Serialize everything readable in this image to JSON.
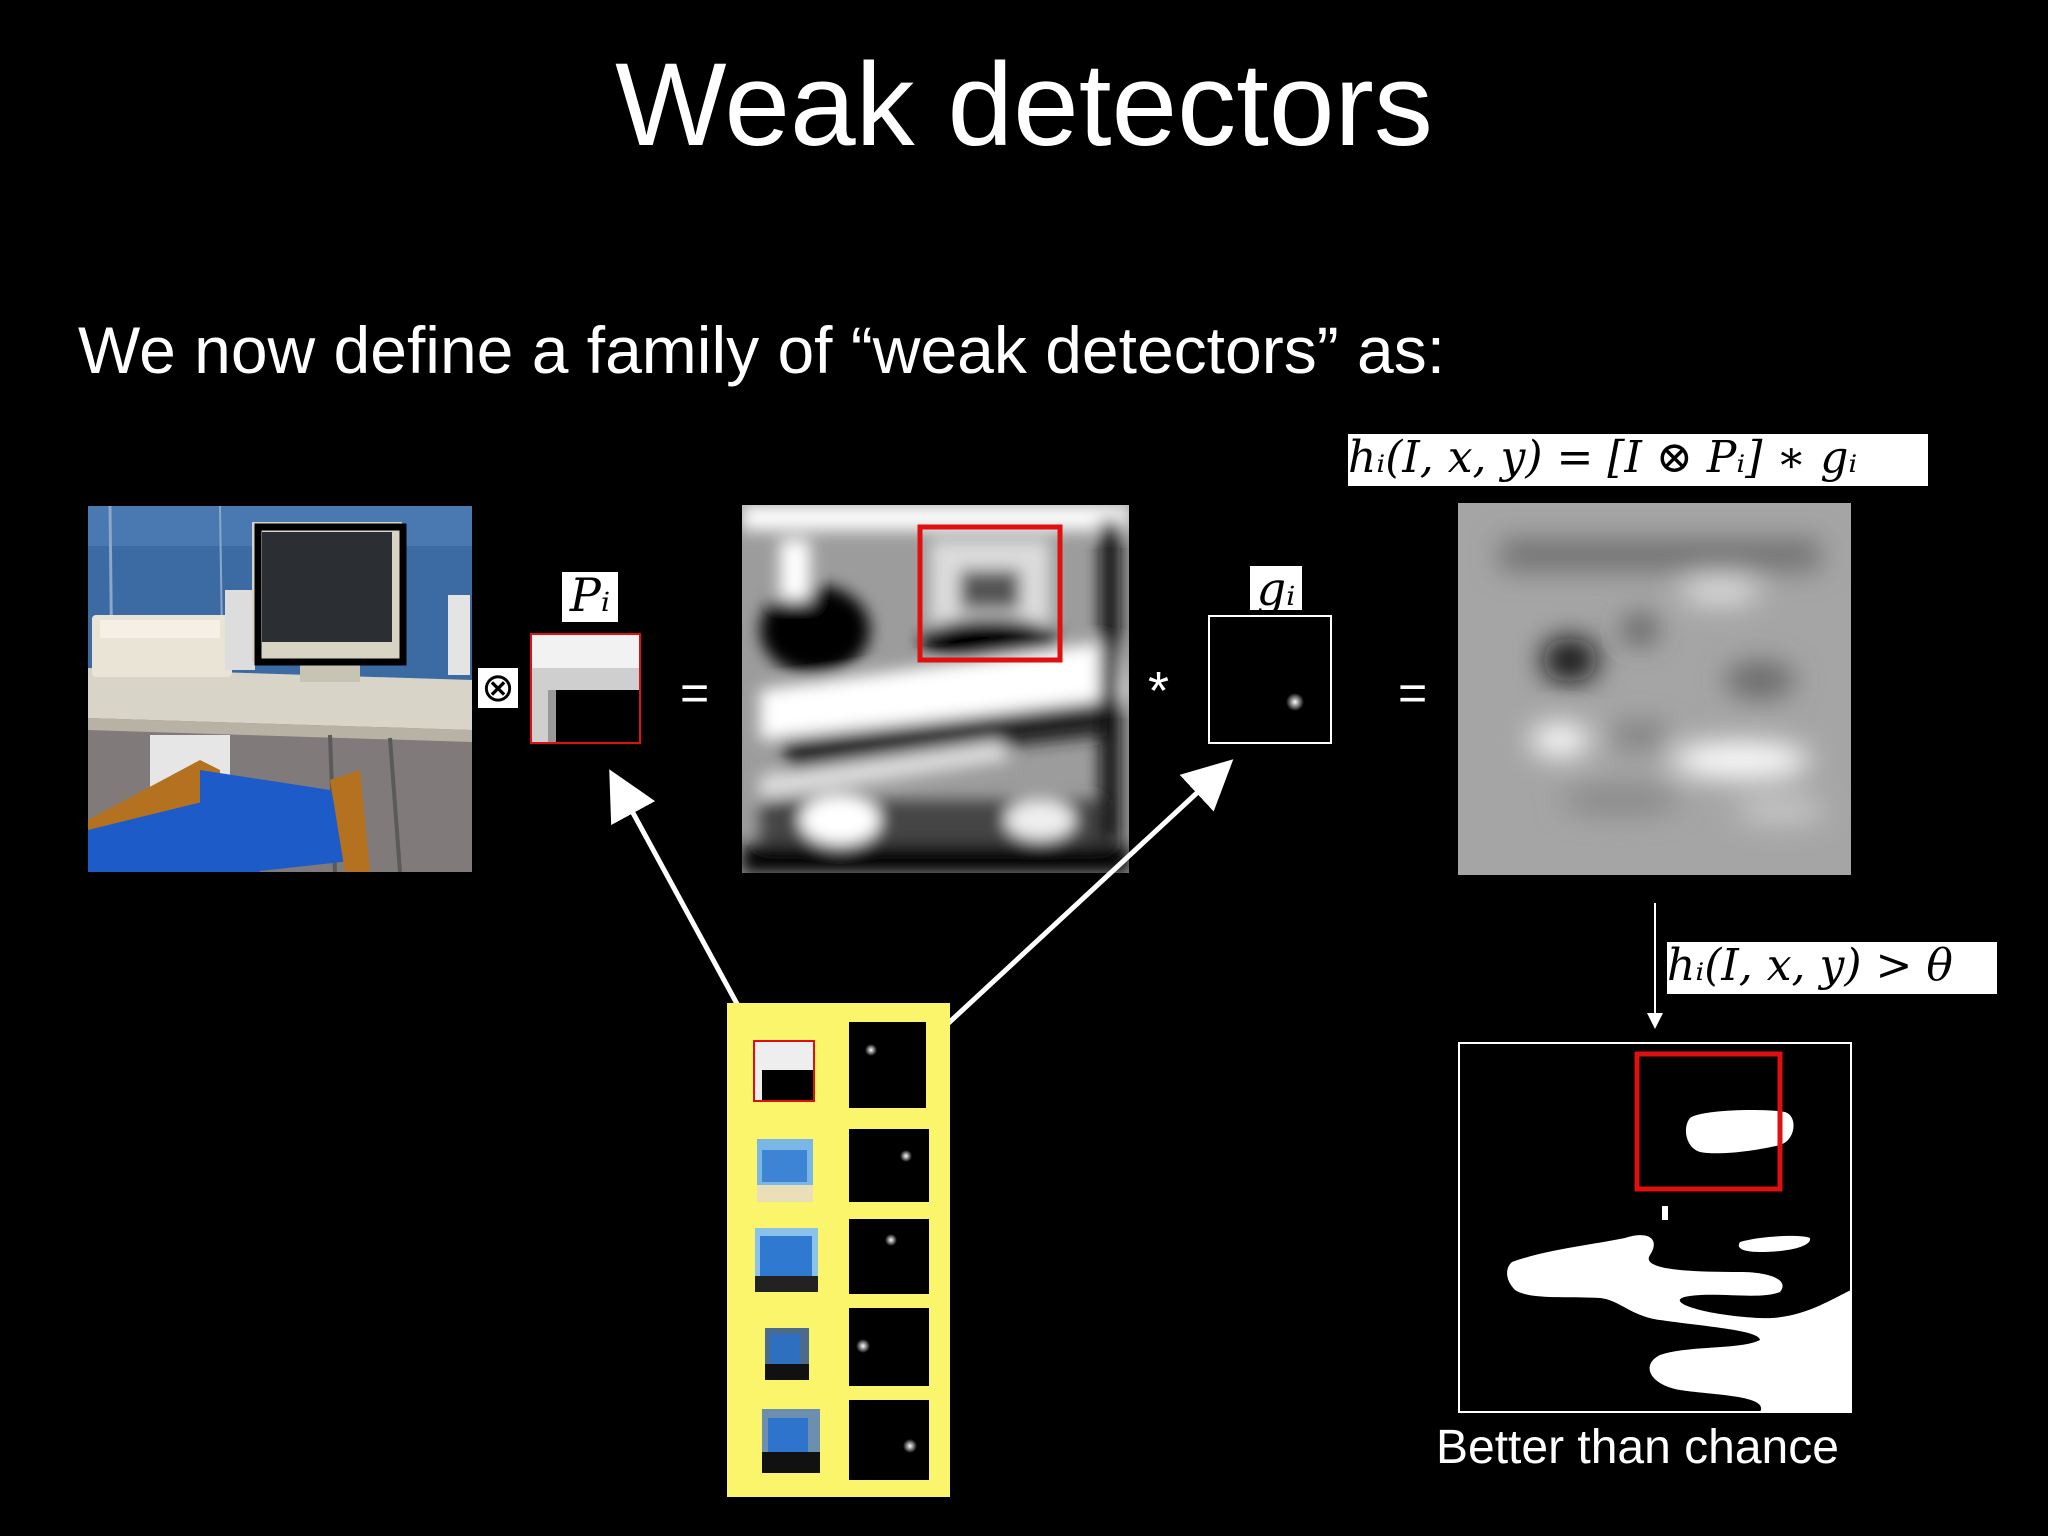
{
  "slide": {
    "title": "Weak detectors",
    "subtitle": "We now define a family of “weak detectors” as:",
    "formula_main": "hᵢ(I, x, y) = [I ⊗ Pᵢ] ∗ gᵢ",
    "formula_threshold": "hᵢ(I, x, y) > θ",
    "label_patch": "Pᵢ",
    "label_gaussian": "gᵢ",
    "op_convolve": "⊗",
    "op_equals": "=",
    "op_star": "*",
    "caption": "Better than chance"
  },
  "colors": {
    "background": "#000000",
    "highlight_red": "#e01010",
    "dictionary_yellow": "#fbf56c",
    "wall_blue": "#3c6aa3",
    "chair_blue": "#1d5cc8",
    "chair_wood": "#b4711f"
  }
}
